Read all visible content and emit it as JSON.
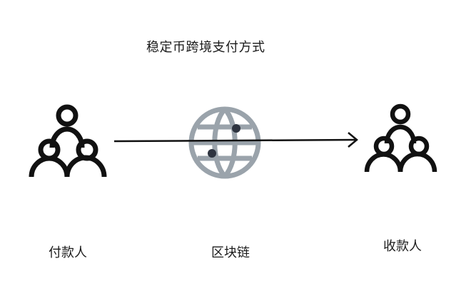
{
  "diagram": {
    "title": "稳定币跨境支付方式",
    "nodes": {
      "payer": {
        "label": "付款人",
        "icon": "people-group-icon"
      },
      "blockchain": {
        "label": "区块链",
        "icon": "globe-network-icon"
      },
      "payee": {
        "label": "收款人",
        "icon": "people-group-icon"
      }
    },
    "edges": [
      {
        "from": "payer",
        "to": "payee",
        "style": "arrow"
      }
    ],
    "colors": {
      "line": "#111111",
      "globe": "#9aa3ab",
      "dot": "#2e3440"
    }
  }
}
